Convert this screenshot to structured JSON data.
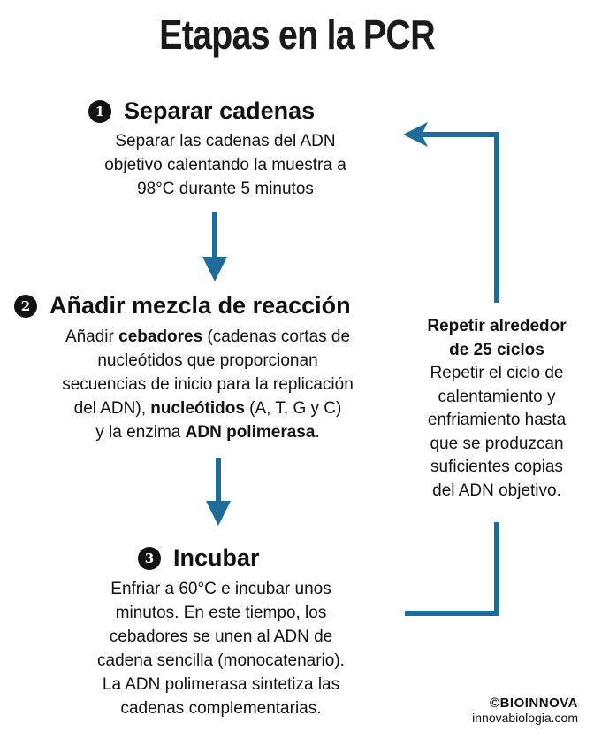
{
  "title": "Etapas en la PCR",
  "steps": [
    {
      "number": "1",
      "heading": "Separar cadenas",
      "lines": [
        "Separar las cadenas del ADN",
        "objetivo calentando la muestra a",
        "98°C durante 5 minutos"
      ]
    },
    {
      "number": "2",
      "heading": "Añadir mezcla de reacción",
      "p1": "Añadir ",
      "b1": "cebadores",
      "p2": " (cadenas cortas de",
      "line2": "nucleótidos que proporcionan",
      "line3": "secuencias de inicio para la replicación",
      "p3": "del ADN), ",
      "b2": "nucleótidos",
      "p4": " (A, T, G y C)",
      "p5": "y la enzima ",
      "b3": "ADN polimerasa",
      "p6": "."
    },
    {
      "number": "3",
      "heading": "Incubar",
      "lines": [
        "Enfriar a 60°C e incubar unos",
        "minutos. En este tiempo, los",
        "cebadores se unen al ADN de",
        "cadena sencilla (monocatenario).",
        "La ADN polimerasa sintetiza las",
        "cadenas complementarias."
      ]
    }
  ],
  "cycle": {
    "heading_lines": [
      "Repetir alrededor",
      "de 25 ciclos"
    ],
    "lines": [
      "Repetir el ciclo de",
      "calentamiento y",
      "enfriamiento hasta",
      "que se produzcan",
      "suficientes copias",
      "del ADN objetivo."
    ]
  },
  "credit": {
    "brand": "©BIOINNOVA",
    "site": "innovabiologia.com"
  },
  "colors": {
    "arrow": "#1d6b98",
    "text": "#111111"
  }
}
